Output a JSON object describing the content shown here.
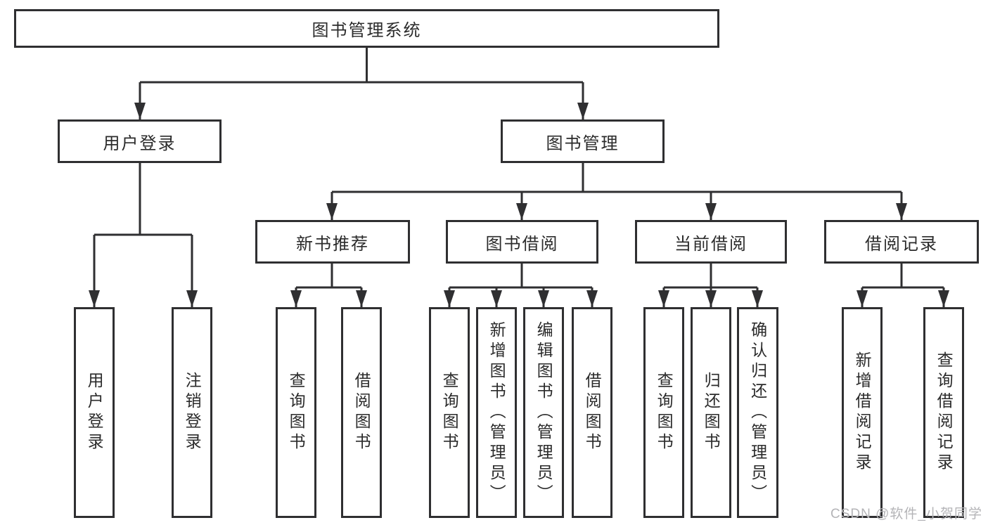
{
  "tree": {
    "label": "图书管理系统",
    "children": [
      {
        "label": "用户登录",
        "children": [
          {
            "label": "用户登录"
          },
          {
            "label": "注销登录"
          }
        ]
      },
      {
        "label": "图书管理",
        "children": [
          {
            "label": "新书推荐",
            "children": [
              {
                "label": "查询图书"
              },
              {
                "label": "借阅图书"
              }
            ]
          },
          {
            "label": "图书借阅",
            "children": [
              {
                "label": "查询图书"
              },
              {
                "label": "新增图书（管理员）"
              },
              {
                "label": "编辑图书（管理员）"
              },
              {
                "label": "借阅图书"
              }
            ]
          },
          {
            "label": "当前借阅",
            "children": [
              {
                "label": "查询图书"
              },
              {
                "label": "归还图书"
              },
              {
                "label": "确认归还（管理员）"
              }
            ]
          },
          {
            "label": "借阅记录",
            "children": [
              {
                "label": "新增借阅记录"
              },
              {
                "label": "查询借阅记录"
              }
            ]
          }
        ]
      }
    ]
  },
  "watermark": "CSDN @软件_小贺同学",
  "colors": {
    "line": "#2f2f31",
    "text": "#2b2b2b",
    "watermark": "#b4b4b7",
    "background": "#ffffff"
  }
}
